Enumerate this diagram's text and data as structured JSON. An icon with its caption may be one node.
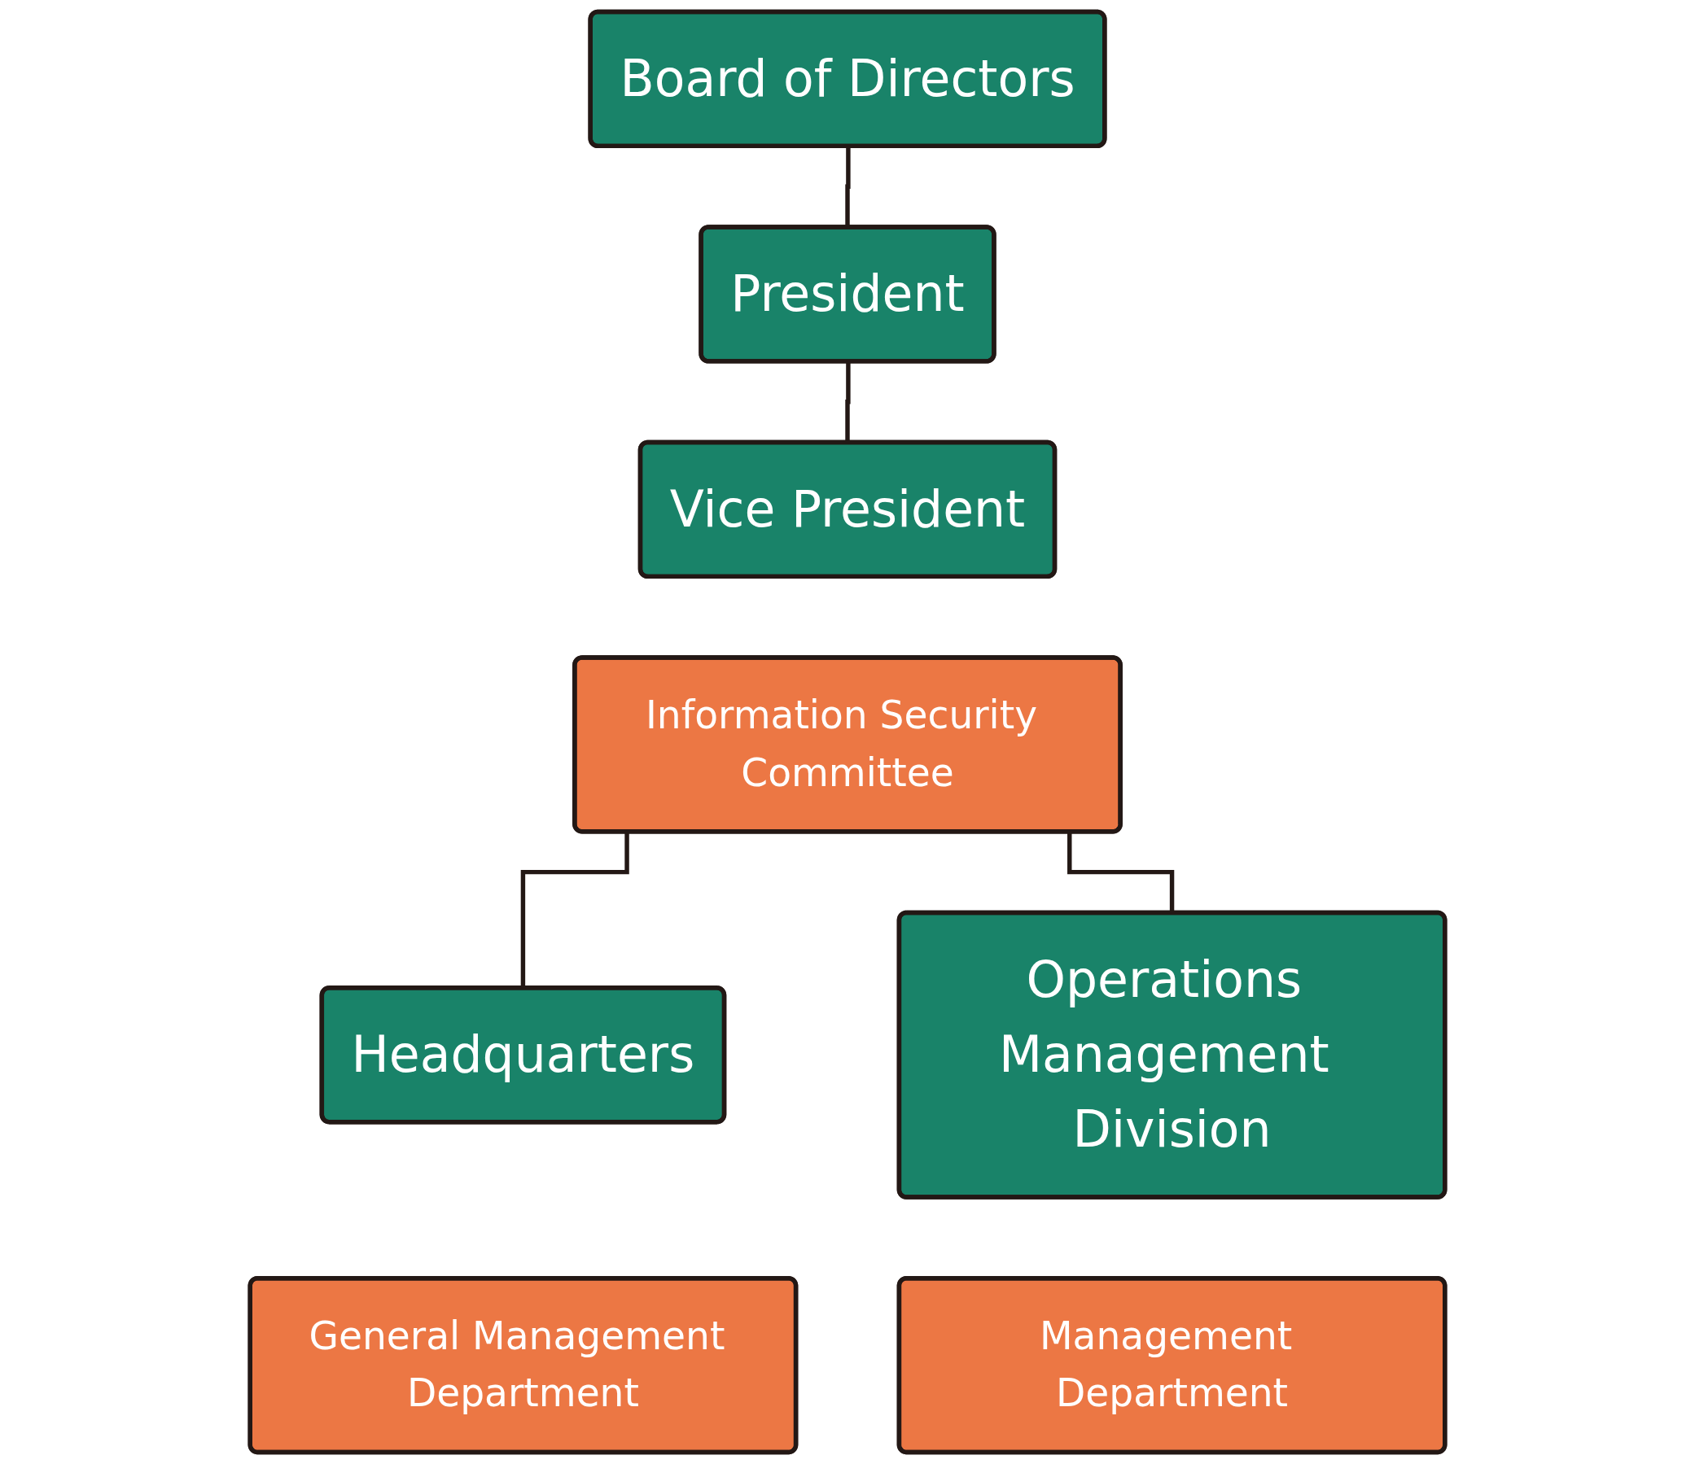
{
  "diagram": {
    "nodes": [
      {
        "text": [
          "Board of Directors"
        ]
      },
      {
        "text": [
          "President"
        ]
      },
      {
        "text": [
          "Vice President"
        ]
      },
      {
        "text": [
          "Information Security Committee"
        ]
      },
      {
        "text": [
          "Headquarters"
        ]
      },
      {
        "text": [
          "General Management Department"
        ]
      },
      {
        "text": [
          "Operations Management Division"
        ]
      },
      {
        "text": [
          "Management Department"
        ]
      }
    ],
    "edges": [
      {
        "from": 0,
        "to": 1,
        "arrow": "none"
      },
      {
        "from": 1,
        "to": 2,
        "arrow": "none"
      },
      {
        "from": 3,
        "to": 4,
        "arrow": "none"
      },
      {
        "from": 3,
        "to": 6,
        "arrow": "none"
      }
    ]
  }
}
